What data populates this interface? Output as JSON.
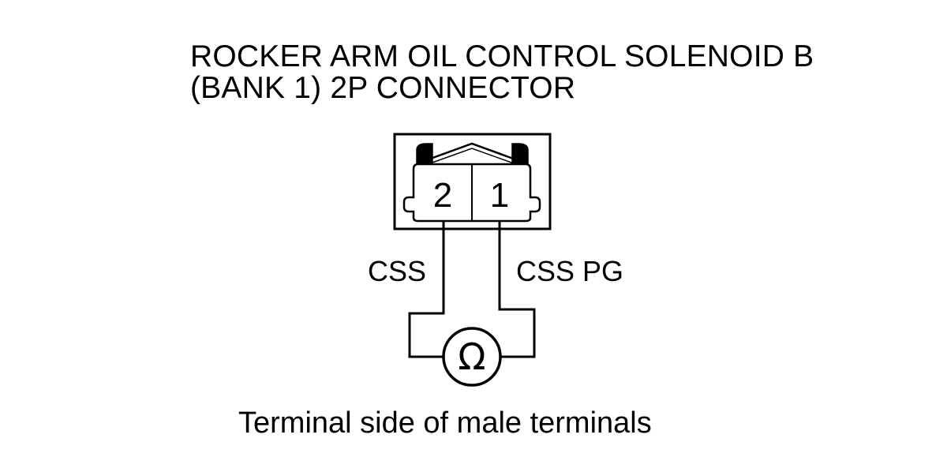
{
  "title": {
    "line1": "ROCKER ARM OIL CONTROL SOLENOID B",
    "line2": "(BANK 1) 2P CONNECTOR"
  },
  "connector": {
    "pins": [
      "2",
      "1"
    ]
  },
  "wires": {
    "left_label": "CSS",
    "right_label": "CSS PG"
  },
  "meter": {
    "symbol": "Ω",
    "icon": "ohmmeter-icon"
  },
  "caption": "Terminal side of male terminals"
}
